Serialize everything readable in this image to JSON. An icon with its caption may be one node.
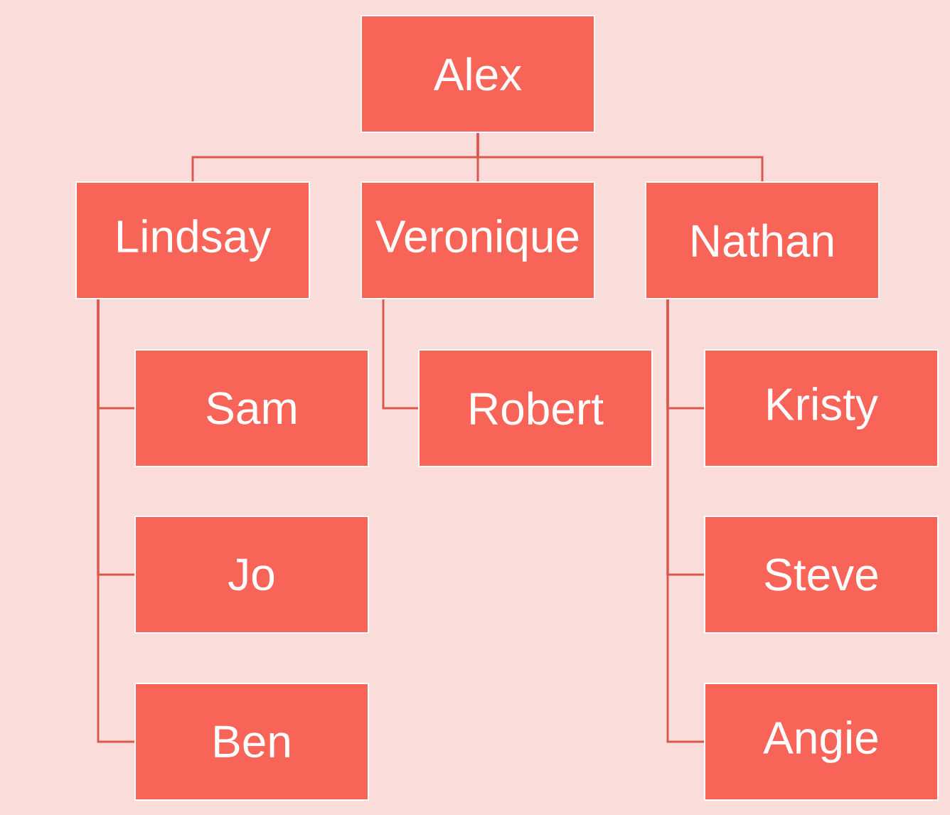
{
  "diagram": {
    "nodes": [
      {
        "text": [
          "Alex"
        ]
      },
      {
        "text": [
          "Lindsay"
        ]
      },
      {
        "text": [
          "Veronique"
        ]
      },
      {
        "text": [
          "Nathan"
        ]
      },
      {
        "text": [
          "Sam"
        ]
      },
      {
        "text": [
          "Robert"
        ]
      },
      {
        "text": [
          "Kristy"
        ]
      },
      {
        "text": [
          "Jo"
        ]
      },
      {
        "text": [
          "Steve"
        ]
      },
      {
        "text": [
          "Ben"
        ]
      },
      {
        "text": [
          "Angie"
        ]
      }
    ],
    "edges": [
      {
        "from": 0,
        "to": 1,
        "arrow": "none"
      },
      {
        "from": 0,
        "to": 2,
        "arrow": "none"
      },
      {
        "from": 0,
        "to": 3,
        "arrow": "none"
      },
      {
        "from": 1,
        "to": 4,
        "arrow": "none"
      },
      {
        "from": 1,
        "to": 7,
        "arrow": "none"
      },
      {
        "from": 1,
        "to": 9,
        "arrow": "none"
      },
      {
        "from": 2,
        "to": 5,
        "arrow": "none"
      },
      {
        "from": 3,
        "to": 6,
        "arrow": "none"
      },
      {
        "from": 3,
        "to": 8,
        "arrow": "none"
      },
      {
        "from": 3,
        "to": 10,
        "arrow": "none"
      }
    ]
  }
}
